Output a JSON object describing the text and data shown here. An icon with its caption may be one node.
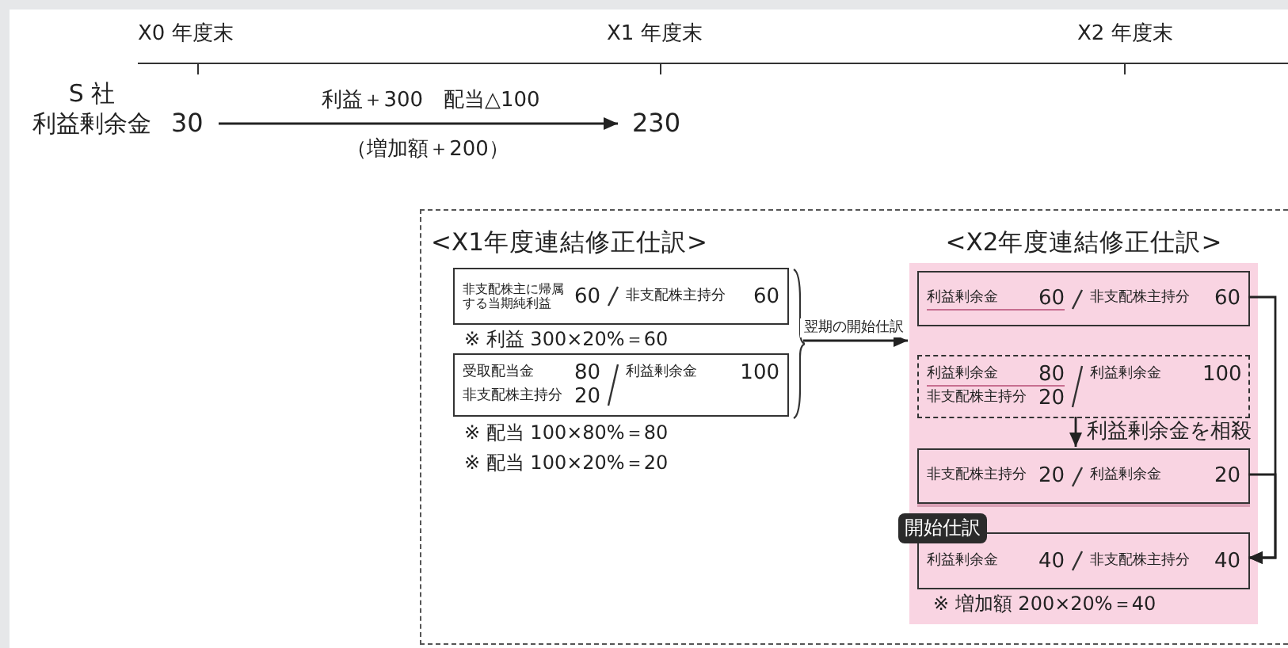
{
  "diagram": {
    "nodes": [
      {
        "text": [
          "30"
        ],
        "beside": [
          "S 社",
          "利益剰余金"
        ]
      },
      {
        "text": [
          "230"
        ]
      },
      {
        "text": [],
        "shape": "box"
      },
      {
        "text": [
          "<X1年度連結修正仕訳>"
        ],
        "in": 2
      },
      {
        "text": [
          "非支配株主に帰属する当期純利益",
          "60",
          "非支配株主持分",
          "60"
        ],
        "in": 3,
        "beside": [
          "※ 利益 300×20%＝60"
        ]
      },
      {
        "text": [
          "受取配当金",
          "80",
          "利益剰余金",
          "100",
          "非支配株主持分",
          "20"
        ],
        "in": 3,
        "beside": [
          "※ 配当 100×80%＝80",
          "※ 配当 100×20%＝20"
        ]
      },
      {
        "text": [
          "<X2年度連結修正仕訳>"
        ],
        "in": 2
      },
      {
        "text": [
          "利益剰余金",
          "60",
          "非支配株主持分",
          "60"
        ],
        "in": 6
      },
      {
        "text": [
          "利益剰余金",
          "80",
          "利益剰余金",
          "100",
          "非支配株主持分",
          "20"
        ],
        "in": 6
      },
      {
        "text": [
          "非支配株主持分",
          "20",
          "利益剰余金",
          "20"
        ],
        "in": 6
      },
      {
        "text": [
          "開始仕訳",
          "利益剰余金",
          "40",
          "非支配株主持分",
          "40"
        ],
        "in": 6,
        "beside": [
          "※ 増加額 200×20%＝40"
        ]
      }
    ],
    "edges": [
      {
        "from": 0,
        "to": 1,
        "arrow": "to",
        "label": "利益＋300　配当△100"
      },
      {
        "from": 3,
        "to": 6,
        "arrow": "to",
        "label": "翌期の開始仕訳"
      },
      {
        "from": 8,
        "to": 9,
        "arrow": "to",
        "label": "利益剰余金を相殺"
      },
      {
        "from": 7,
        "to": 10,
        "arrow": "to"
      },
      {
        "from": 9,
        "to": 10,
        "arrow": "to"
      }
    ],
    "labels": [
      "X0 年度末",
      "X1 年度末",
      "X2 年度末",
      "（増加額＋200）"
    ]
  }
}
